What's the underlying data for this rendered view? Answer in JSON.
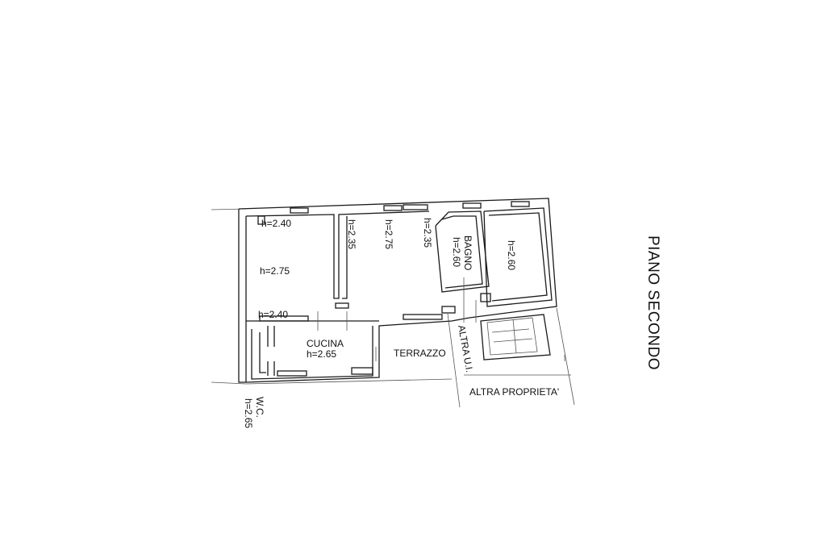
{
  "plan": {
    "title": "PIANO SECONDO",
    "heights": {
      "room1_top": "h=2.40",
      "room1_main": "h=2.75",
      "room1_bottom": "h=2.40",
      "corridor": "h=2.35",
      "room2": "h=2.75",
      "room2_side": "h=2.35",
      "bagno": "h=2.60",
      "room3": "h=2.60",
      "cucina": "h=2.65",
      "wc": "h=2.65"
    },
    "rooms": {
      "bagno": "BAGNO",
      "cucina": "CUCINA",
      "terrazzo": "TERRAZZO",
      "wc": "W.C.",
      "altra_ui": "ALTRA U.I.",
      "altra_proprieta": "ALTRA PROPRIETA'"
    }
  }
}
